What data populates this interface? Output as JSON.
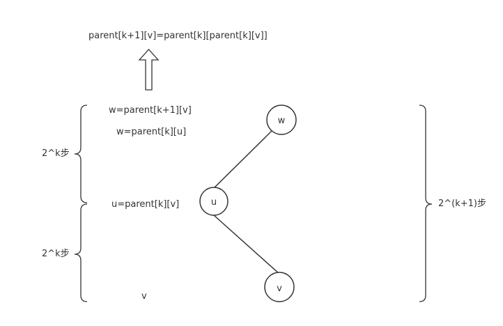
{
  "formula": "parent[k+1][v]=parent[k][parent[k][v]]",
  "labels": {
    "w_def_full": "w=parent[k+1][v]",
    "w_def_half": "w=parent[k][u]",
    "u_def": "u=parent[k][v]",
    "v_label": "v",
    "half_steps_top": "2^k步",
    "half_steps_bottom": "2^k步",
    "full_steps": "2^(k+1)步"
  },
  "nodes": {
    "w": "w",
    "u": "u",
    "v": "v"
  },
  "colors": {
    "stroke": "#333333",
    "text": "#333333",
    "background": "#ffffff"
  }
}
